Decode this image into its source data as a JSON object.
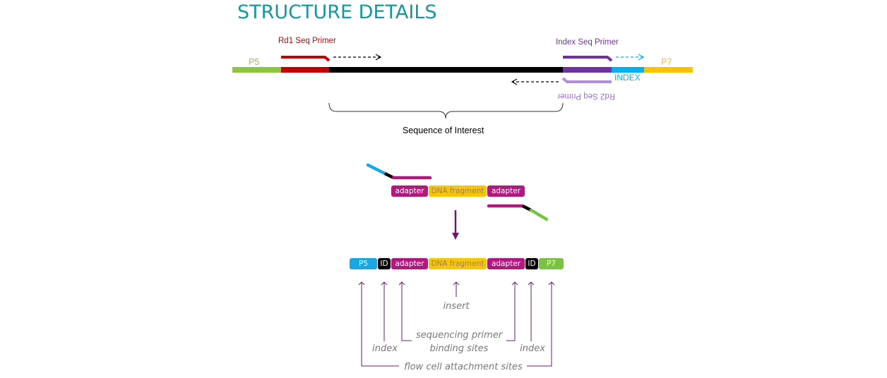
{
  "title": "STRUCTURE DETAILS",
  "top_diagram": {
    "p5": "P5",
    "p7": "P7",
    "index": "INDEX",
    "rd1_primer": "Rd1 Seq Primer",
    "index_primer": "Index Seq Primer",
    "rd2_primer": "Rd2 Seq Primer",
    "sequence_of_interest": "Sequence of Interest"
  },
  "ligation": {
    "adapter_left": "adapter",
    "dna_fragment": "DNA fragment",
    "adapter_right": "adapter"
  },
  "library": {
    "p5": "P5",
    "id_left": "ID",
    "adapter_left": "adapter",
    "dna_fragment": "DNA fragment",
    "adapter_right": "adapter",
    "id_right": "ID",
    "p7": "P7"
  },
  "annotations": {
    "insert": "insert",
    "seq_primer_line1": "sequencing primer",
    "seq_primer_line2": "binding sites",
    "index_left": "index",
    "index_right": "index",
    "flow_cell": "flow cell attachment sites"
  },
  "colors": {
    "teal_title": "#14989b",
    "p5_green": "#8cc63f",
    "rd1_red": "#c00000",
    "insert_black": "#000000",
    "index_primer_purple": "#7030a0",
    "index_cyan": "#00b0f0",
    "p7_yellow": "#ffc000",
    "rd2_lavender": "#b38ee0",
    "adapter_magenta": "#b0197e",
    "fragment_yellow": "#f6c700",
    "library_p5_blue": "#1aa7e0",
    "library_p7_green": "#7cc242",
    "arrow_purple": "#6a1b6e"
  }
}
